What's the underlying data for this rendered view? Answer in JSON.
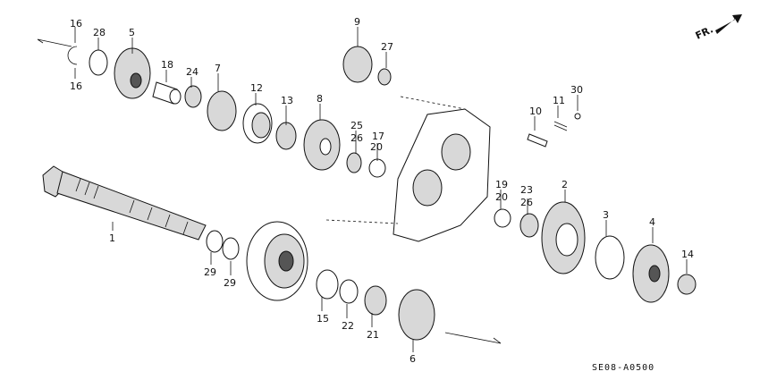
{
  "diagram": {
    "part_labels": [
      "1",
      "2",
      "3",
      "4",
      "5",
      "6",
      "7",
      "8",
      "9",
      "10",
      "11",
      "12",
      "13",
      "14",
      "15",
      "16",
      "16",
      "17",
      "18",
      "19",
      "20",
      "20",
      "21",
      "22",
      "23",
      "24",
      "25",
      "26",
      "26",
      "27",
      "28",
      "29",
      "29",
      "30"
    ],
    "direction_label": "FR.",
    "diagram_code": "SE08-A0500"
  }
}
